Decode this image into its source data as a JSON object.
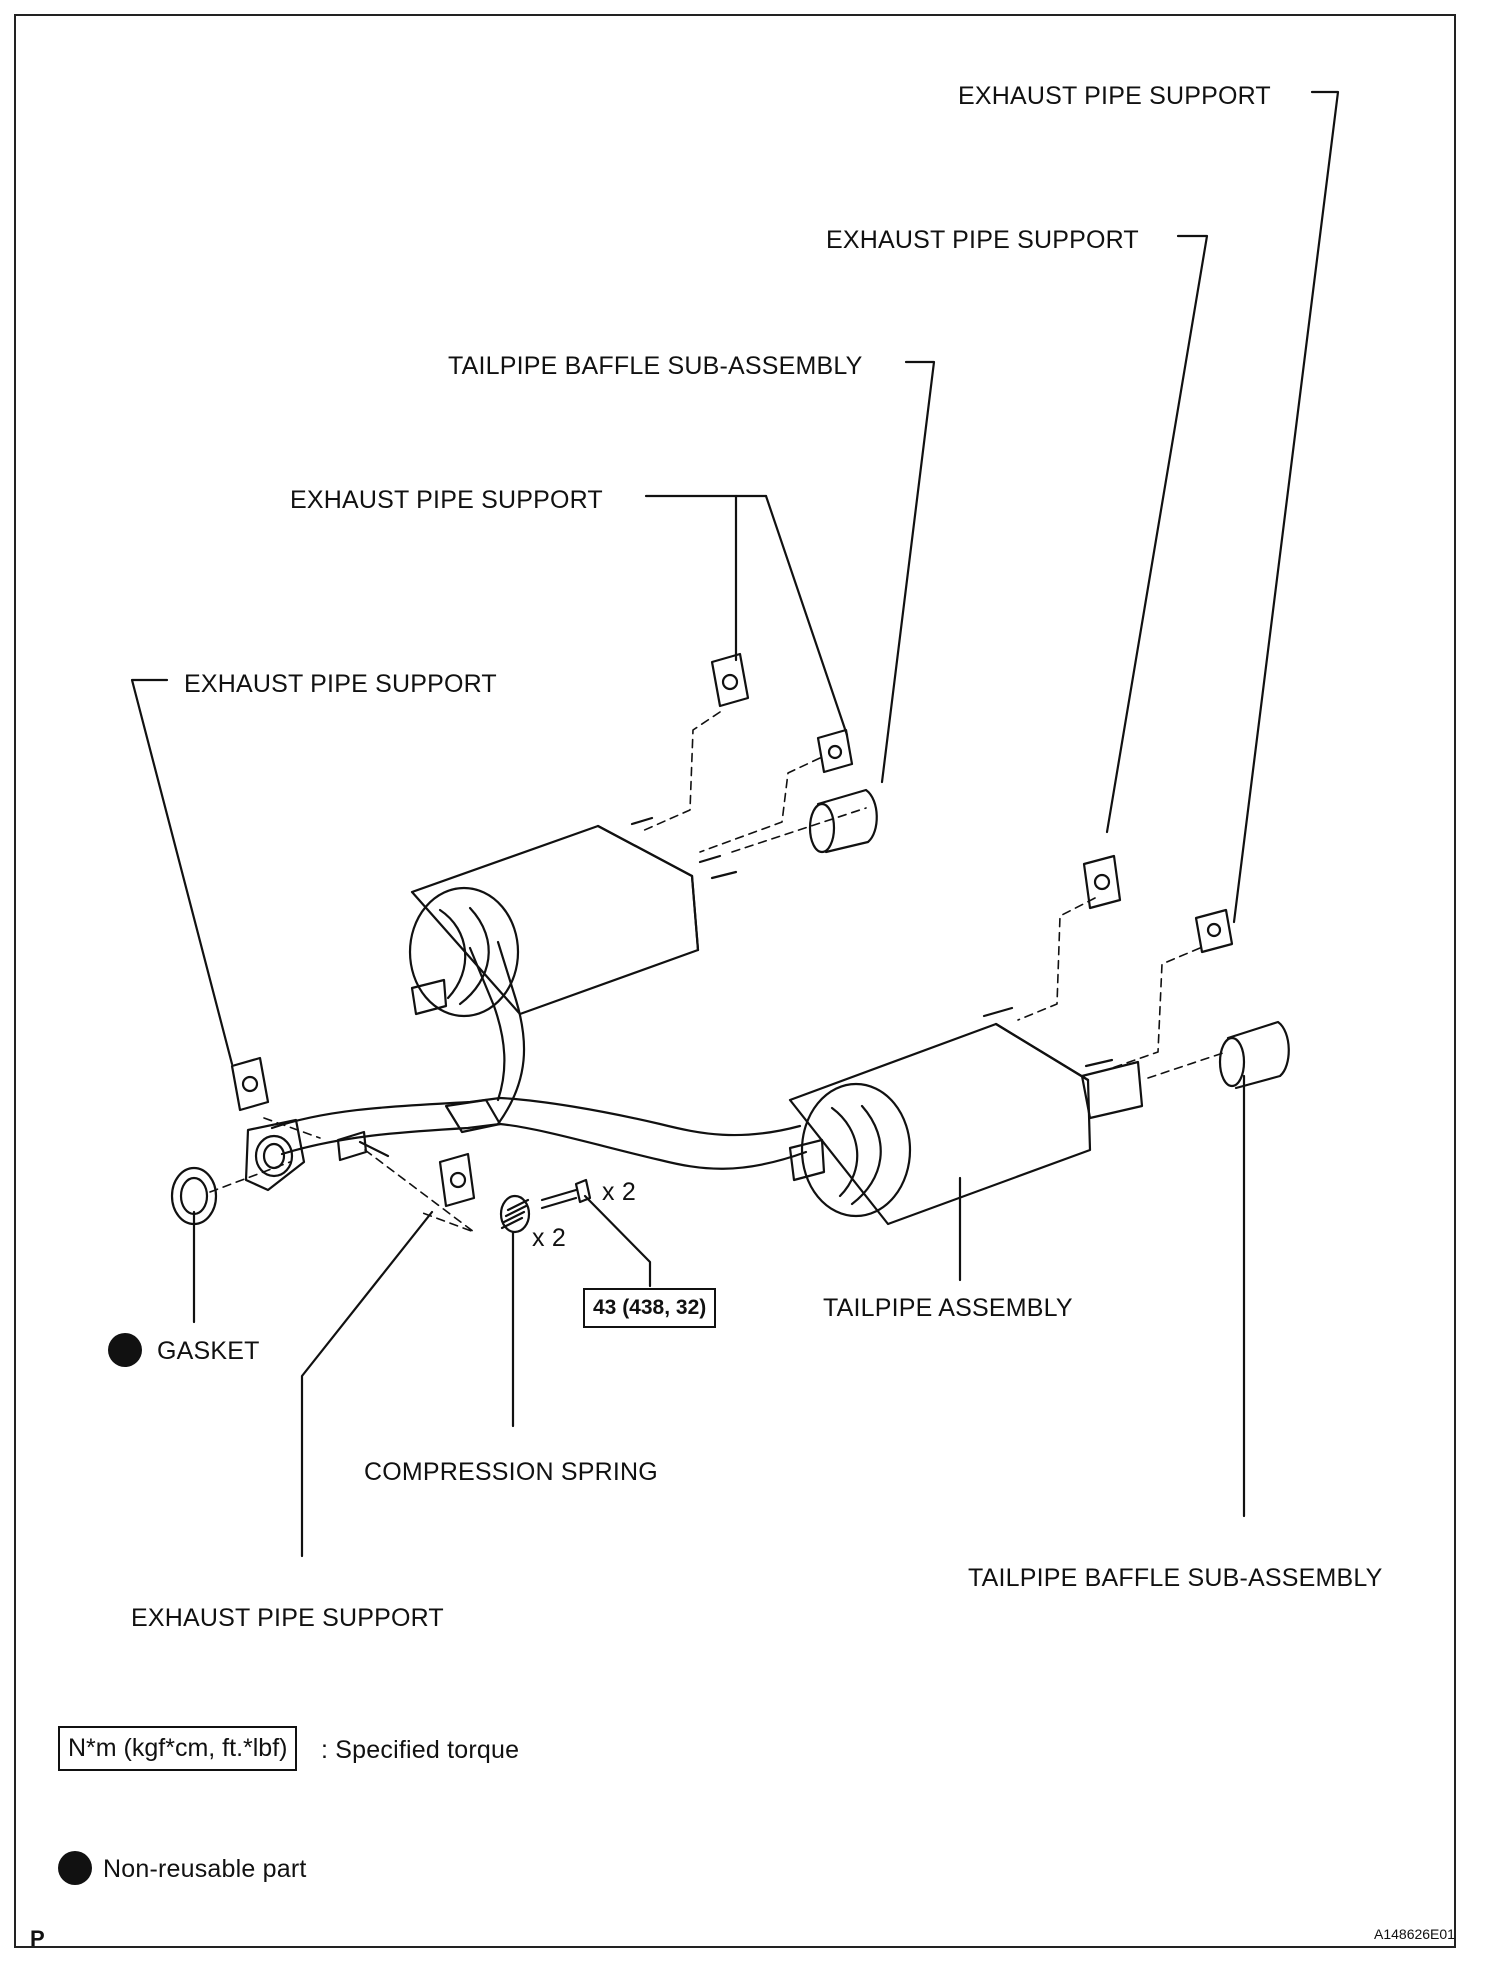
{
  "labels": {
    "exhaust_support_top_right": "EXHAUST PIPE SUPPORT",
    "exhaust_support_right": "EXHAUST PIPE SUPPORT",
    "tailpipe_baffle_top": "TAILPIPE BAFFLE SUB-ASSEMBLY",
    "exhaust_support_center": "EXHAUST PIPE SUPPORT",
    "exhaust_support_left": "EXHAUST PIPE SUPPORT",
    "multiplier_bolt": "x 2",
    "multiplier_spring": "x 2",
    "torque_value": "43 (438, 32)",
    "tailpipe_assembly": "TAILPIPE ASSEMBLY",
    "gasket": "GASKET",
    "compression_spring": "COMPRESSION SPRING",
    "tailpipe_baffle_bottom": "TAILPIPE BAFFLE SUB-ASSEMBLY",
    "exhaust_support_bottom": "EXHAUST PIPE SUPPORT"
  },
  "legend": {
    "torque_box": "N*m (kgf*cm, ft.*lbf)",
    "torque_text": ": Specified torque",
    "nonreusable_text": "Non-reusable part"
  },
  "footer": {
    "page_letter": "P",
    "figure_id": "A148626E01"
  }
}
